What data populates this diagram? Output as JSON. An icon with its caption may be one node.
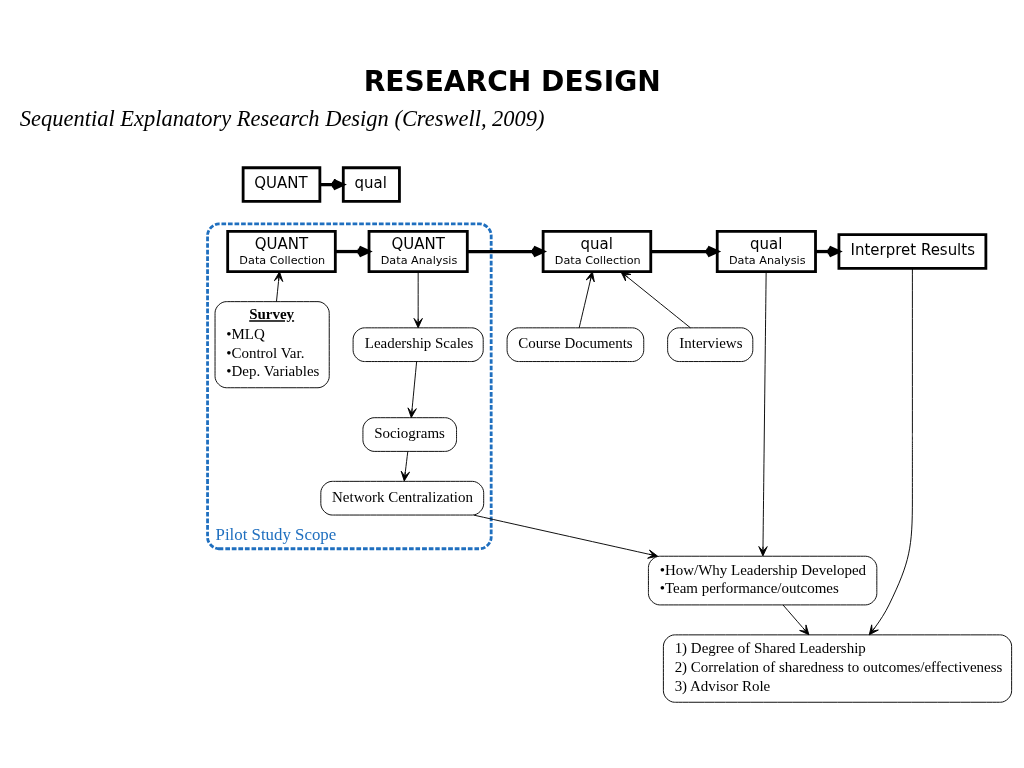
{
  "diagram": {
    "title": "RESEARCH DESIGN",
    "nodes": [
      {
        "text": [
          "QUANT"
        ]
      },
      {
        "text": [
          "qual"
        ]
      },
      {
        "text": [
          "Pilot Study Scope"
        ]
      },
      {
        "text": [
          "QUANT",
          "Data Collection"
        ],
        "in": 2
      },
      {
        "text": [
          "QUANT",
          "Data Analysis"
        ],
        "in": 2
      },
      {
        "text": [
          "qual",
          "Data Collection"
        ]
      },
      {
        "text": [
          "qual",
          "Data Analysis"
        ]
      },
      {
        "text": [
          "Interpret Results"
        ]
      },
      {
        "text": [
          "Survey",
          "•MLQ",
          "•Control Var.",
          "•Dep. Variables"
        ],
        "in": 2
      },
      {
        "text": [
          "Leadership Scales"
        ],
        "in": 2
      },
      {
        "text": [
          "Sociograms"
        ],
        "in": 2
      },
      {
        "text": [
          "Network Centralization"
        ],
        "in": 2
      },
      {
        "text": [
          "Interviews"
        ]
      },
      {
        "text": [
          "Course Documents"
        ]
      },
      {
        "text": [
          "1) Degree of Shared Leadership",
          "2) Correlation of sharedness to outcomes/effectiveness",
          "3) Advisor Role"
        ]
      },
      {
        "text": [
          "•How/Why Leadership Developed",
          "•Team performance/outcomes"
        ]
      }
    ],
    "edges": [
      {
        "from": 0,
        "to": 1,
        "arrow": "to",
        "style": "thick"
      },
      {
        "from": 3,
        "to": 4,
        "arrow": "to",
        "style": "thick"
      },
      {
        "from": 4,
        "to": 5,
        "arrow": "to",
        "style": "thick"
      },
      {
        "from": 5,
        "to": 6,
        "arrow": "to",
        "style": "thick"
      },
      {
        "from": 6,
        "to": 7,
        "arrow": "to",
        "style": "thick"
      },
      {
        "from": 8,
        "to": 3,
        "arrow": "to"
      },
      {
        "from": 4,
        "to": 9,
        "arrow": "to"
      },
      {
        "from": 9,
        "to": 10,
        "arrow": "to"
      },
      {
        "from": 10,
        "to": 11,
        "arrow": "to"
      },
      {
        "from": 13,
        "to": 5,
        "arrow": "to"
      },
      {
        "from": 12,
        "to": 5,
        "arrow": "to"
      },
      {
        "from": 6,
        "to": 15,
        "arrow": "to"
      },
      {
        "from": 7,
        "to": 14,
        "arrow": "to"
      },
      {
        "from": 11,
        "to": 15,
        "arrow": "to"
      },
      {
        "from": 15,
        "to": 14,
        "arrow": "to"
      }
    ],
    "labels": [
      "Sequential Explanatory Research Design (Creswell, 2009)"
    ]
  }
}
